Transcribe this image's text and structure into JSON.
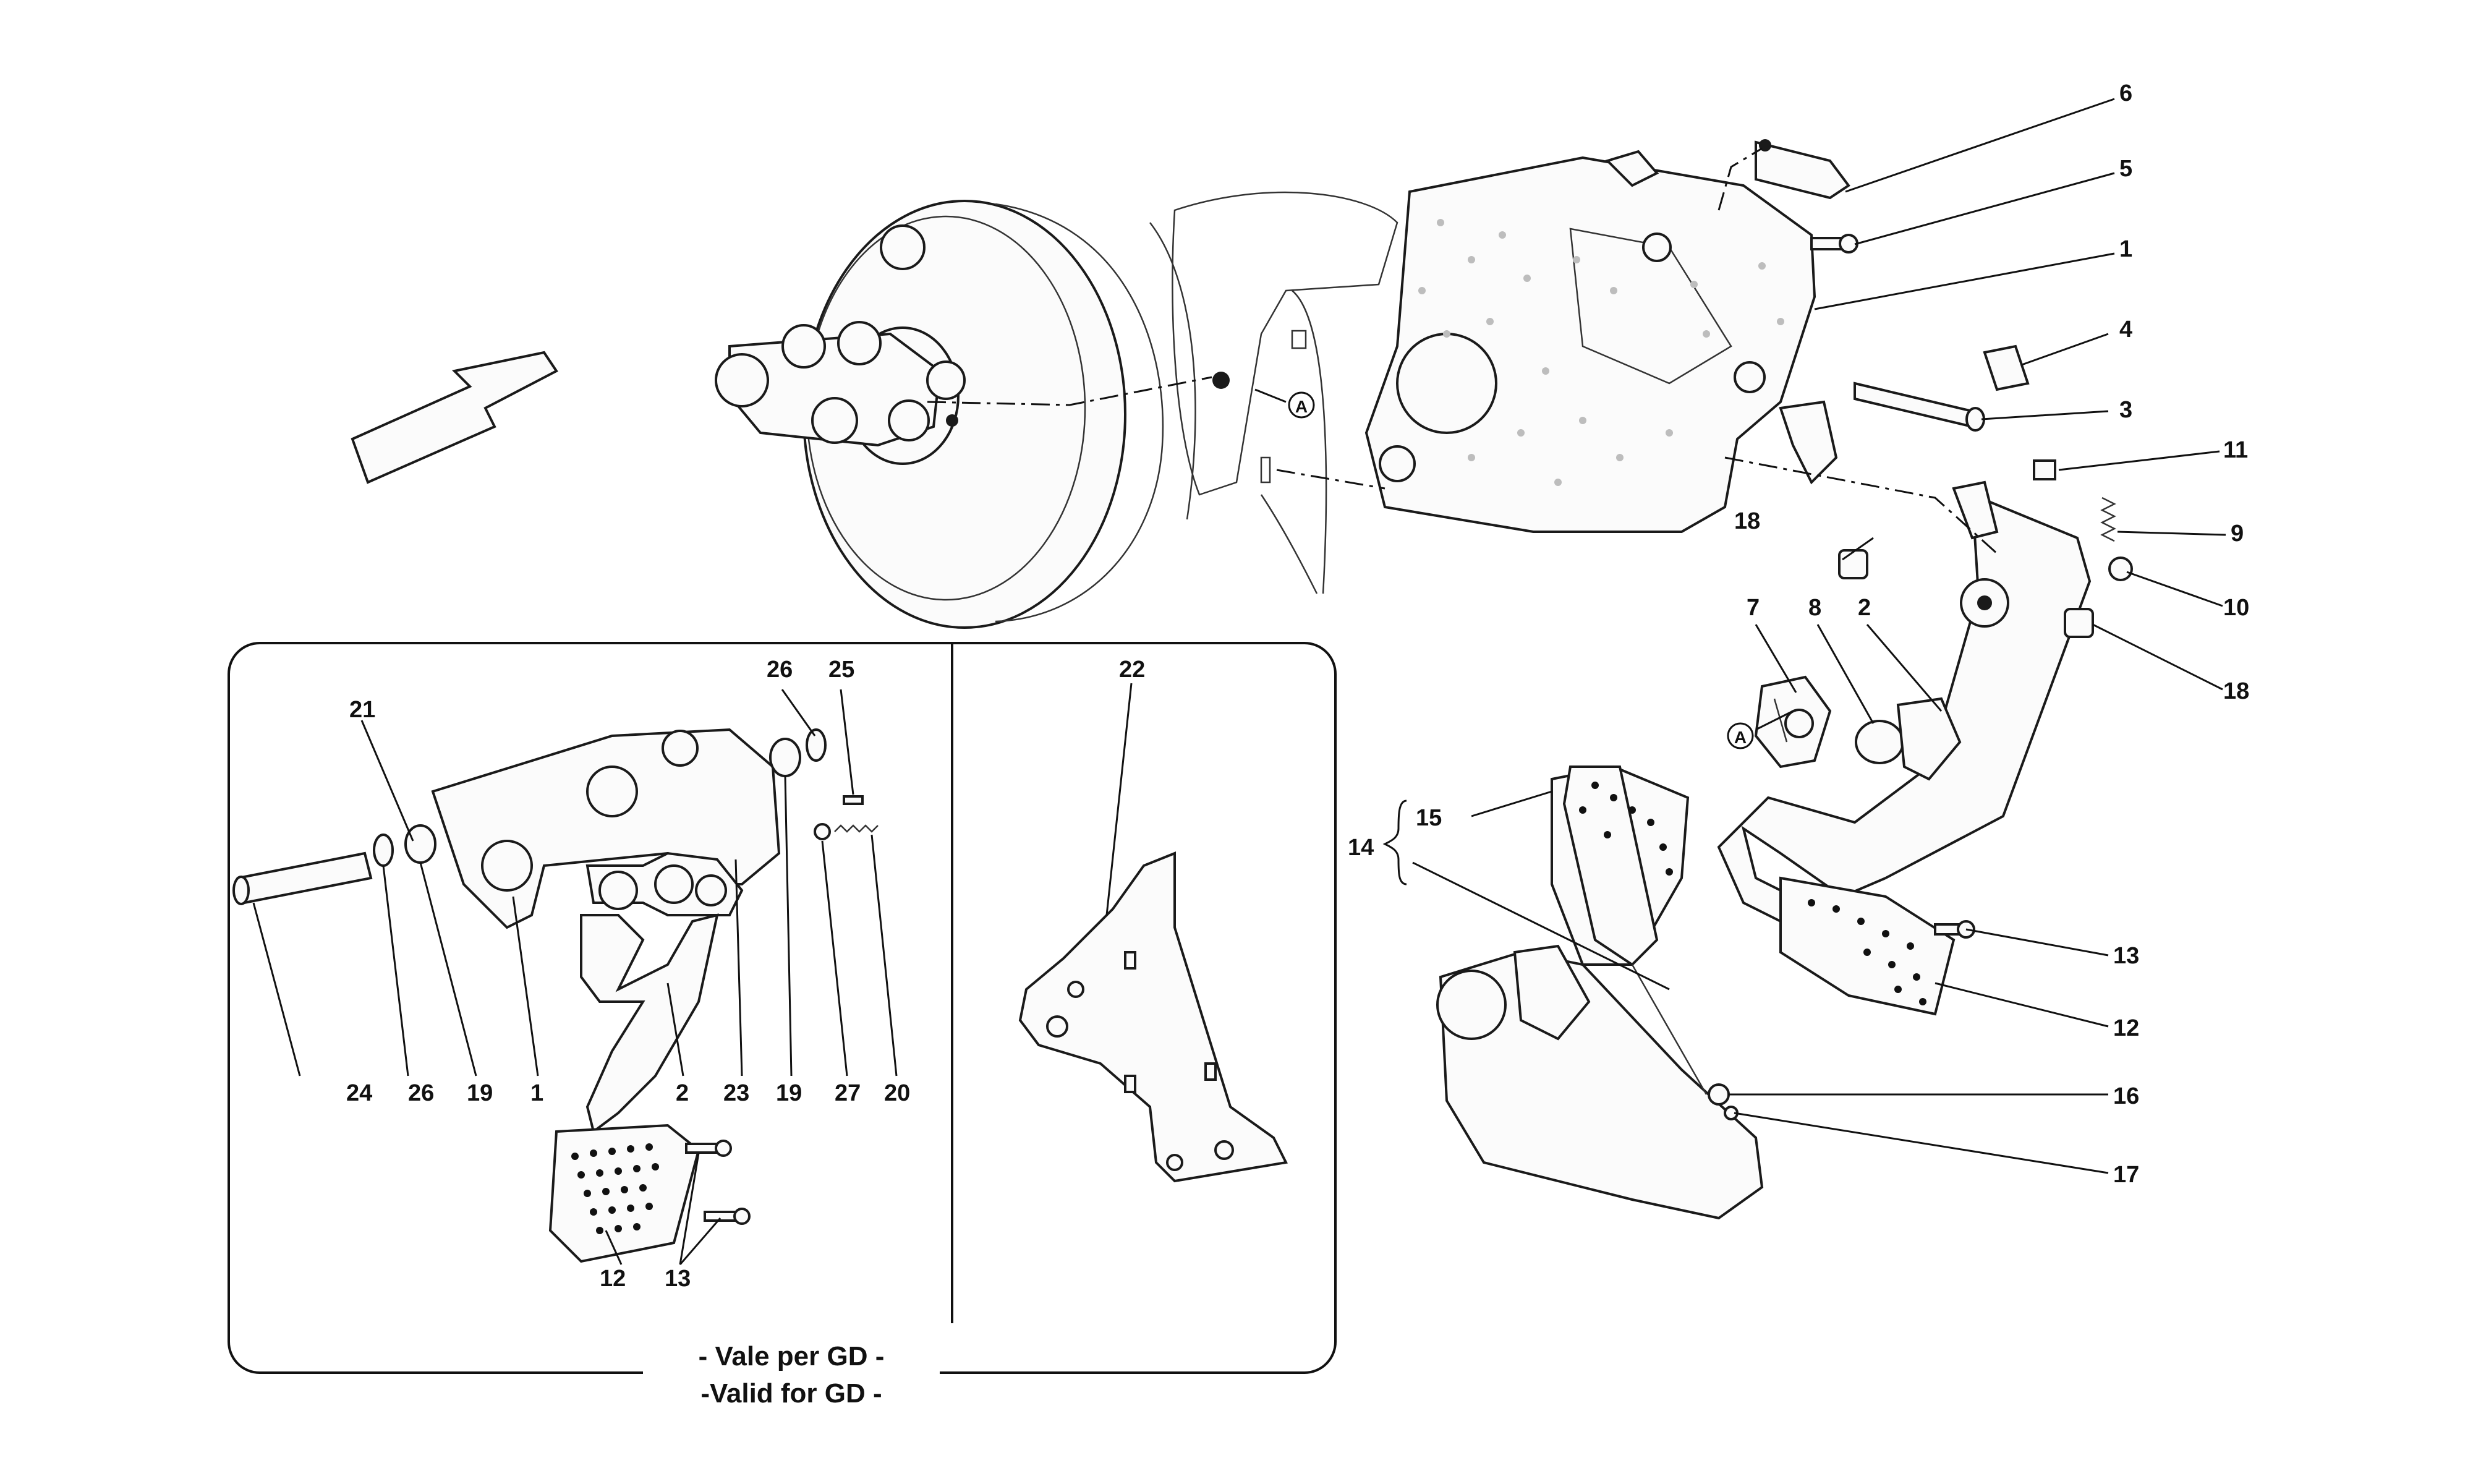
{
  "diagram": {
    "callouts": [
      "6",
      "5",
      "1",
      "4",
      "3",
      "11",
      "9",
      "18",
      "10",
      "7",
      "8",
      "2",
      "18",
      "15",
      "14",
      "13",
      "12",
      "16",
      "17",
      "21",
      "26",
      "25",
      "1",
      "2",
      "19",
      "23",
      "24",
      "26",
      "19",
      "27",
      "20",
      "12",
      "13",
      "22"
    ],
    "inset_circle_letter": "A",
    "inset_note": {
      "line1": "- Vale per GD -",
      "line2": "-Valid for GD -"
    }
  }
}
